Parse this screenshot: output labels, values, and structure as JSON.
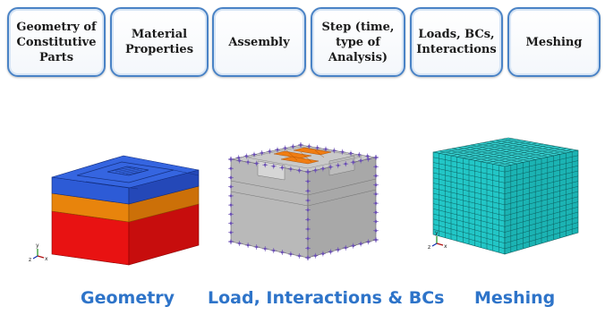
{
  "steps": [
    {
      "label": "Geometry of\nConstitutive\nParts"
    },
    {
      "label": "Material\nProperties"
    },
    {
      "label": "Assembly"
    },
    {
      "label": "Step (time,\ntype of\nAnalysis)"
    },
    {
      "label": "Loads, BCs,\nInteractions"
    },
    {
      "label": "Meshing"
    }
  ],
  "captions": {
    "geometry": "Geometry",
    "loads": "Load, Interactions & BCs",
    "meshing": "Meshing"
  },
  "colors": {
    "box_border": "#4a83c6",
    "caption": "#2e74c9",
    "layer_top": "#2d5bd6",
    "layer_middle": "#e8840c",
    "layer_bottom": "#e81212",
    "mesh": "#22c6c6",
    "assembly_gray": "#b9b9b9",
    "load_marker": "#6b4fb5",
    "contact_orange": "#f07d12"
  },
  "triads": {
    "x": "x",
    "y": "y",
    "z": "z"
  }
}
